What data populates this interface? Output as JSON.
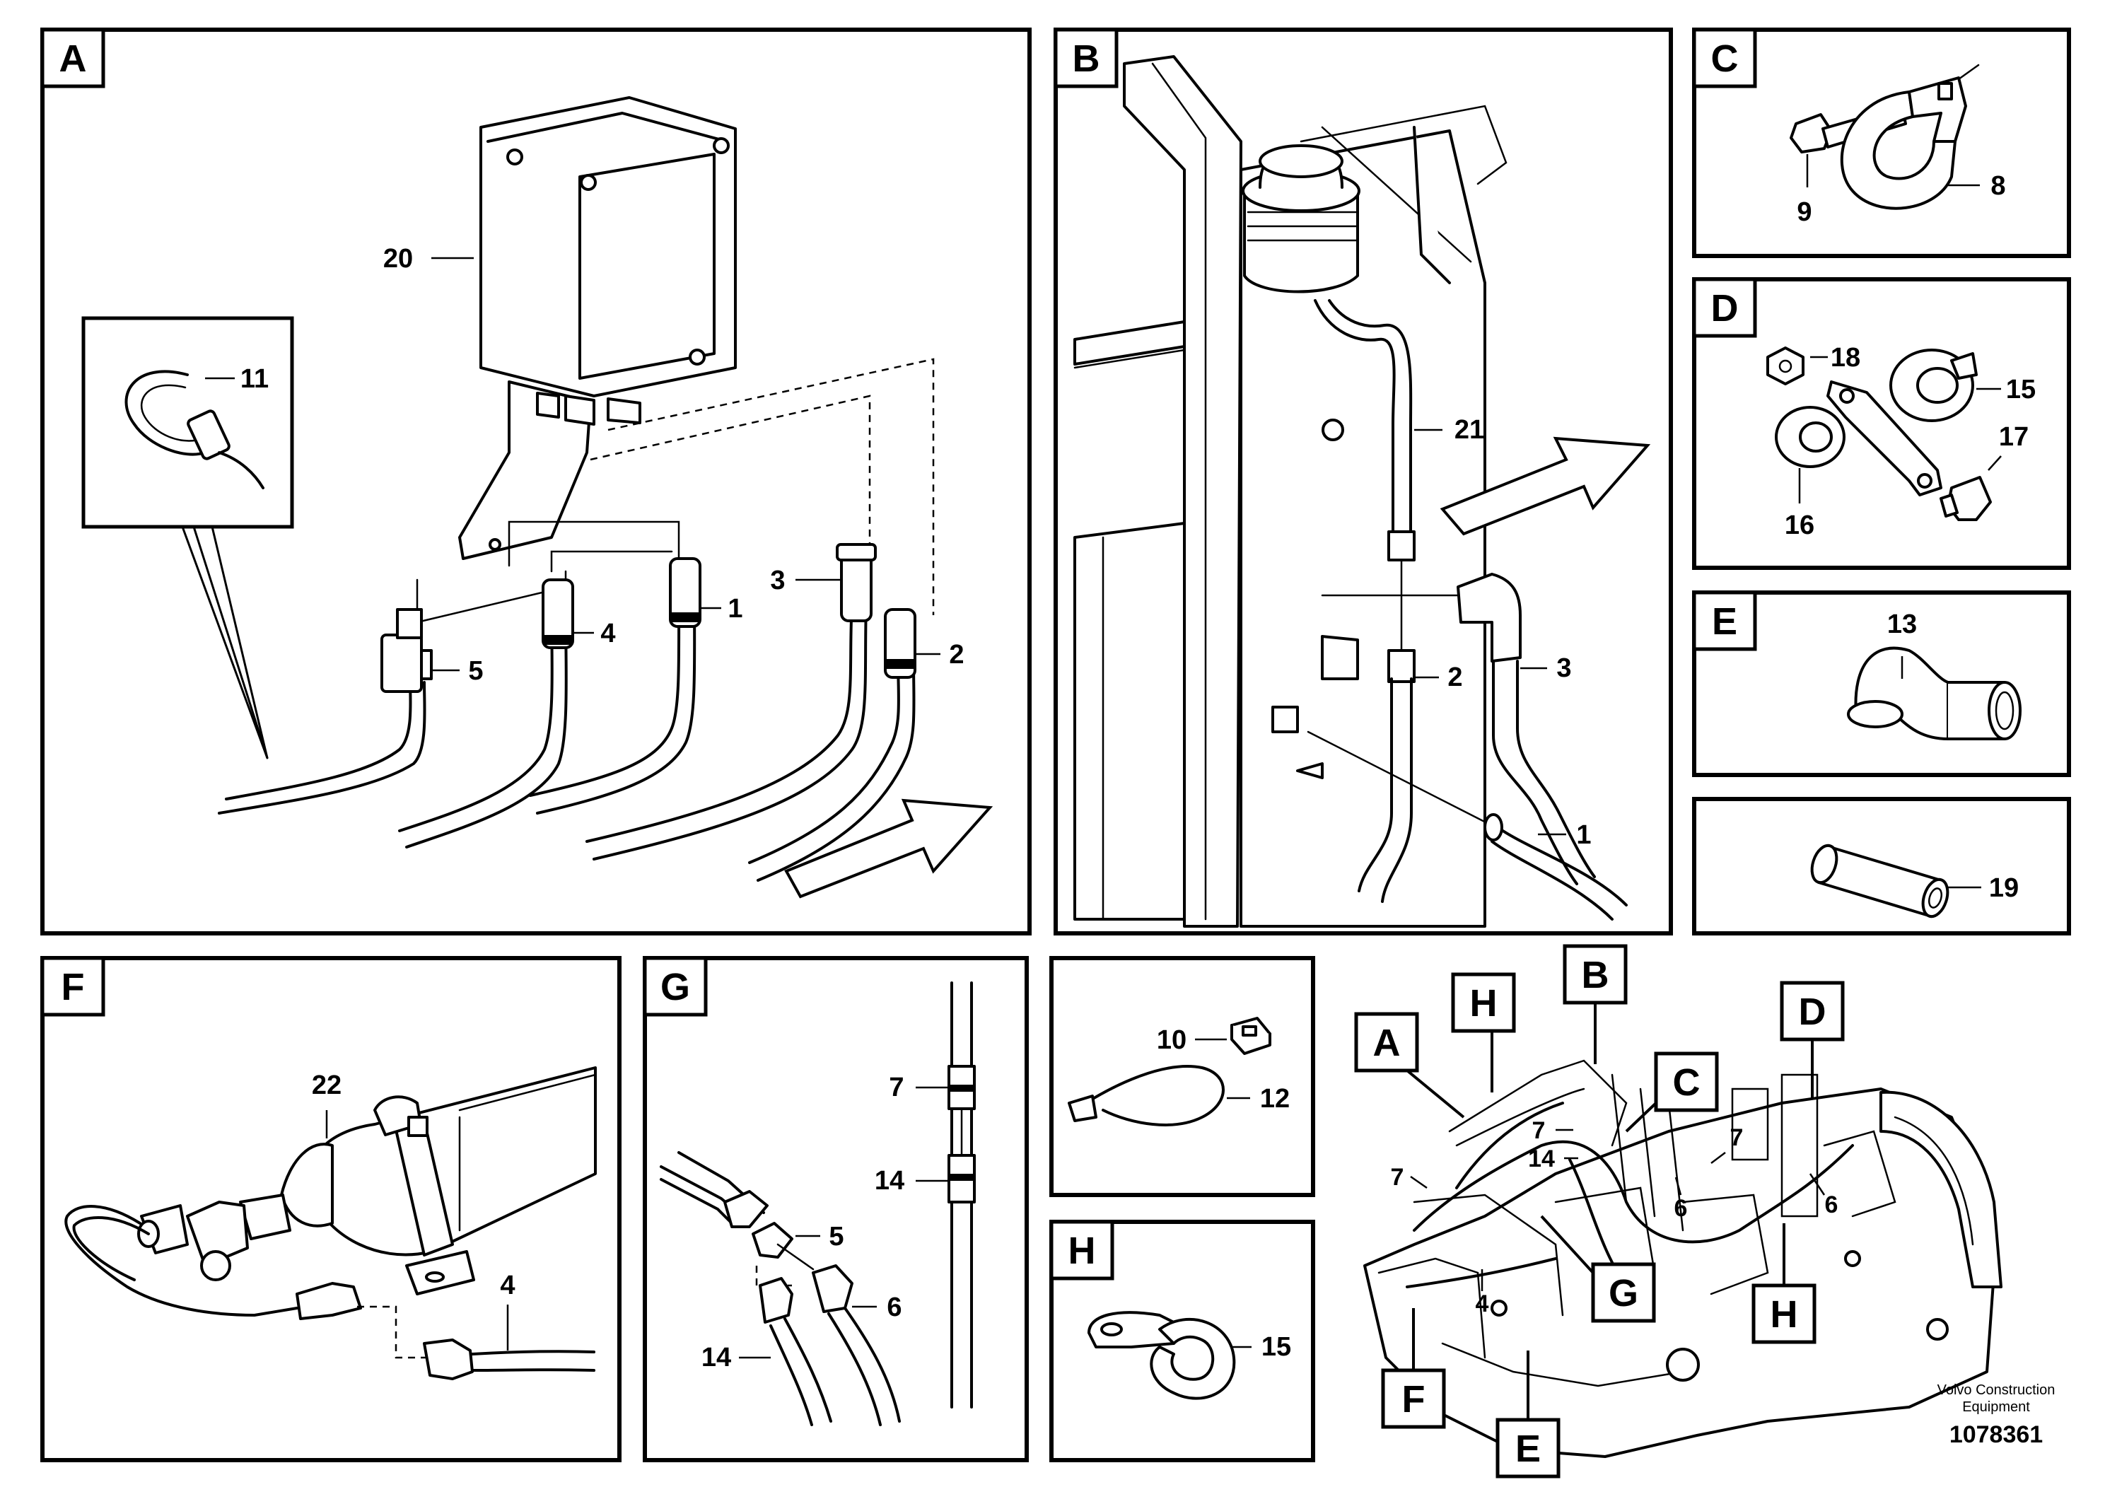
{
  "panels": {
    "A": {
      "label": "A",
      "items": {
        "p20": "20",
        "p11": "11",
        "p5": "5",
        "p4": "4",
        "p1": "1",
        "p3": "3",
        "p2": "2"
      }
    },
    "B": {
      "label": "B",
      "items": {
        "p21": "21",
        "p2": "2",
        "p3": "3",
        "p1": "1"
      }
    },
    "C": {
      "label": "C",
      "items": {
        "p9": "9",
        "p8": "8"
      }
    },
    "D": {
      "label": "D",
      "items": {
        "p18": "18",
        "p15": "15",
        "p17": "17",
        "p16": "16"
      }
    },
    "E": {
      "label": "E",
      "items": {
        "p13": "13"
      }
    },
    "P19": {
      "items": {
        "p19": "19"
      }
    },
    "F": {
      "label": "F",
      "items": {
        "p22": "22",
        "p4": "4"
      }
    },
    "G": {
      "label": "G",
      "items": {
        "p7": "7",
        "p5": "5",
        "p14a": "14",
        "p6": "6",
        "p14b": "14"
      }
    },
    "P10": {
      "items": {
        "p10": "10",
        "p12": "12"
      }
    },
    "H": {
      "label": "H",
      "items": {
        "p15": "15"
      }
    }
  },
  "overview": {
    "tags": {
      "A": "A",
      "H1": "H",
      "B": "B",
      "C": "C",
      "D": "D",
      "G": "G",
      "H2": "H",
      "F": "F",
      "E": "E"
    },
    "items": {
      "n7a": "7",
      "n14": "14",
      "n7b": "7",
      "n7c": "7",
      "n6a": "6",
      "n6b": "6",
      "n4": "4"
    }
  },
  "footer": {
    "brand_line1": "Volvo Construction",
    "brand_line2": "Equipment",
    "doc_number": "1078361"
  }
}
